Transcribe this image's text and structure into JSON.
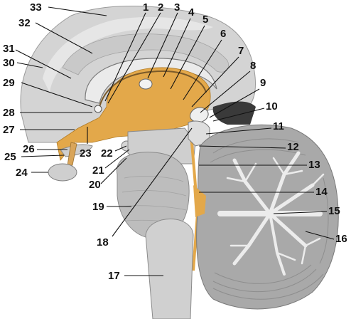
{
  "colors": {
    "background": "#ffffff",
    "brain_tissue": "#d4d4d4",
    "brain_light": "#e6e6e6",
    "brain_shadow": "#b8b8b8",
    "diencephalon": "#e3a84a",
    "cerebellum": "#a9a9a9",
    "arbor_vitae": "#ececec",
    "dark": "#333333",
    "label_text": "#111111"
  },
  "labels": [
    "1",
    "2",
    "3",
    "4",
    "5",
    "6",
    "7",
    "8",
    "9",
    "10",
    "11",
    "12",
    "13",
    "14",
    "15",
    "16",
    "17",
    "18",
    "19",
    "20",
    "21",
    "22",
    "23",
    "24",
    "25",
    "26",
    "27",
    "28",
    "29",
    "30",
    "31",
    "32",
    "33"
  ]
}
